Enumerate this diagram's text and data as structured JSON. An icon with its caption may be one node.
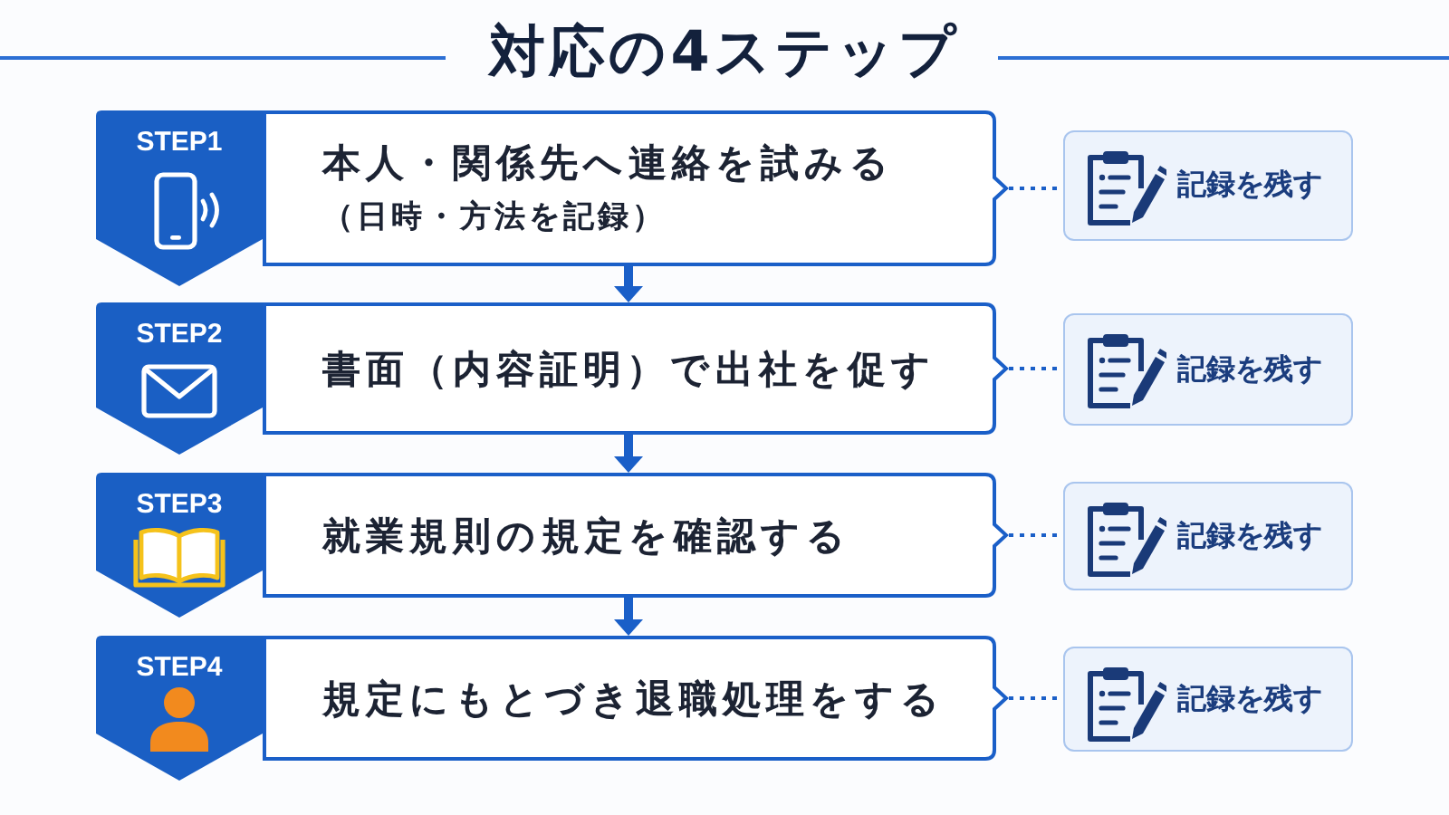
{
  "diagram": {
    "title": "対応の4ステップ",
    "nodes": [
      {
        "text": [
          "STEP1"
        ]
      },
      {
        "text": [
          "本人・関係先へ連絡を試みる",
          "（日時・方法を記録）"
        ]
      },
      {
        "text": [
          "記録を残す"
        ]
      },
      {
        "text": [
          "STEP2"
        ]
      },
      {
        "text": [
          "書面（内容証明）で出社を促す"
        ]
      },
      {
        "text": [
          "記録を残す"
        ]
      },
      {
        "text": [
          "STEP3"
        ]
      },
      {
        "text": [
          "就業規則の規定を確認する"
        ]
      },
      {
        "text": [
          "記録を残す"
        ]
      },
      {
        "text": [
          "STEP4"
        ]
      },
      {
        "text": [
          "規定にもとづき退職処理をする"
        ]
      },
      {
        "text": [
          "記録を残す"
        ]
      }
    ],
    "edges": [
      {
        "from": 1,
        "to": 2,
        "arrow": "none",
        "style": "dashed"
      },
      {
        "from": 1,
        "to": 4,
        "arrow": "to",
        "style": "thick"
      },
      {
        "from": 4,
        "to": 5,
        "arrow": "none",
        "style": "dashed"
      },
      {
        "from": 4,
        "to": 7,
        "arrow": "to",
        "style": "thick"
      },
      {
        "from": 7,
        "to": 8,
        "arrow": "none",
        "style": "dashed"
      },
      {
        "from": 7,
        "to": 10,
        "arrow": "to",
        "style": "thick"
      },
      {
        "from": 10,
        "to": 11,
        "arrow": "none",
        "style": "dashed"
      }
    ]
  }
}
